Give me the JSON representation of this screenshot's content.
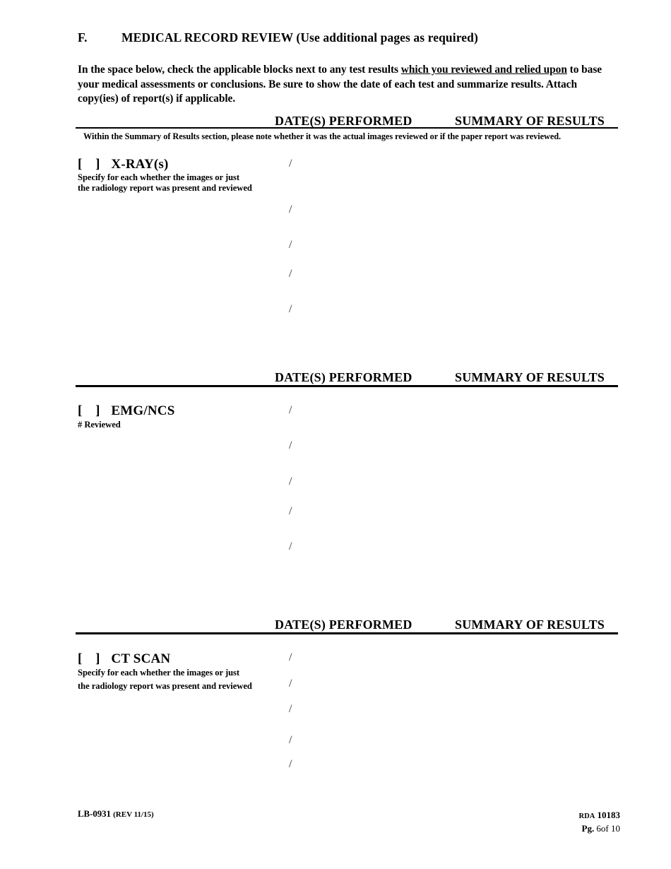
{
  "form": {
    "section_letter": "F.",
    "section_title": "MEDICAL RECORD REVIEW (Use additional pages as required)",
    "instructions": {
      "part1": "In the space below, check the applicable blocks next to any test results ",
      "emphasis": "which you reviewed and relied upon",
      "part2": " to base your medical assessments or conclusions.  Be sure to show the date of each test and summarize results. Attach copy(ies) of report(s) if applicable."
    },
    "column_headers": {
      "dates": "DATE(S) PERFORMED",
      "summary": "SUMMARY OF RESULTS"
    },
    "note": "Within the Summary of Results section, please note whether it was the actual images reviewed or if the paper report was reviewed.",
    "checkbox_glyph": "[  ]",
    "date_separator": "/",
    "sections": [
      {
        "id": "x-ray",
        "title": "X-RAY(s)",
        "sub_lines": [
          "Specify for each whether the images or just",
          "the radiology report was present and reviewed"
        ],
        "date_rows": 5
      },
      {
        "id": "emg-ncs",
        "title": "EMG/NCS",
        "sub_lines": [
          "# Reviewed"
        ],
        "date_rows": 5
      },
      {
        "id": "ct-scan",
        "title": "CT SCAN",
        "sub_lines": [
          "Specify for each whether the images or just",
          "the radiology report was present and reviewed"
        ],
        "date_rows": 5
      }
    ],
    "footer": {
      "form_number": "LB-0931",
      "revision": "(REV 11/15)",
      "rda_label": "RDA",
      "rda_number": "10183",
      "page_label": "Pg.",
      "page_value": "6of 10"
    }
  }
}
